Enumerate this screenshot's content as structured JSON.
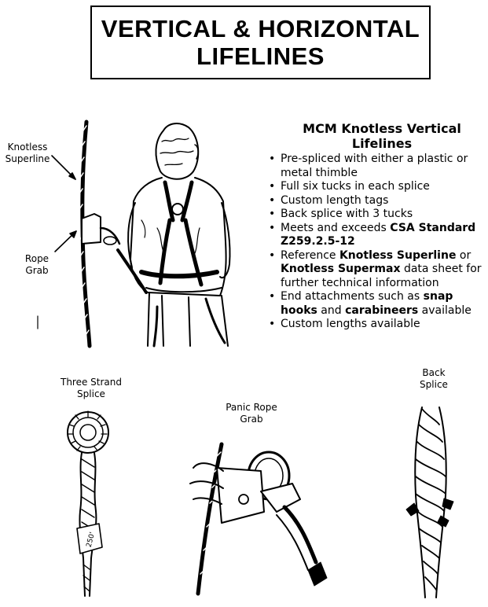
{
  "title": {
    "line1": "VERTICAL & HORIZONTAL",
    "line2": "LIFELINES"
  },
  "labels": {
    "knotless_superline_1": "Knotless",
    "knotless_superline_2": "Superline",
    "rope_grab_1": "Rope",
    "rope_grab_2": "Grab",
    "three_strand_1": "Three Strand",
    "three_strand_2": "Splice",
    "panic_1": "Panic Rope",
    "panic_2": "Grab",
    "back_splice_1": "Back",
    "back_splice_2": "Splice",
    "tag_text": "250'"
  },
  "product": {
    "title": "MCM Knotless Vertical Lifelines",
    "bullets": [
      {
        "pre": "Pre-spliced with either a plastic or metal thimble"
      },
      {
        "pre": "Full six tucks in each splice"
      },
      {
        "pre": "Custom length tags"
      },
      {
        "pre": "Back splice with 3 tucks"
      },
      {
        "pre": "Meets and exceeds ",
        "bold": "CSA Standard Z259.2.5-12"
      },
      {
        "pre": "Reference ",
        "bold": "Knotless Superline",
        "mid": " or ",
        "bold2": "Knotless Supermax",
        "post": " data sheet for further technical information"
      },
      {
        "pre": "End attachments such as ",
        "bold": "snap hooks",
        "mid": " and ",
        "bold2": "carabineers",
        "post": " available"
      },
      {
        "pre": "Custom lengths available"
      }
    ]
  }
}
